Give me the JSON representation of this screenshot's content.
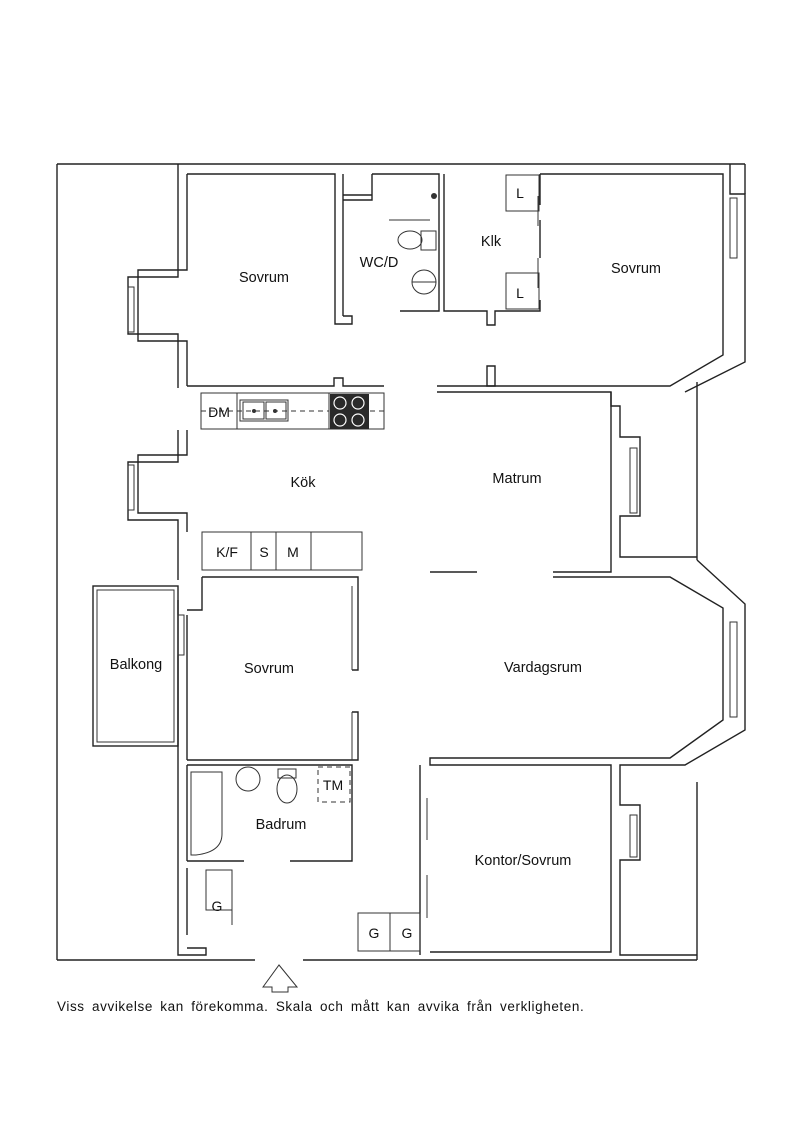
{
  "rooms": {
    "sovrum_1": "Sovrum",
    "wc": "WC/D",
    "klk": "Klk",
    "sovrum_2": "Sovrum",
    "kok": "Kök",
    "matrum": "Matrum",
    "balkong": "Balkong",
    "sovrum_3": "Sovrum",
    "vardagsrum": "Vardagsrum",
    "badrum": "Badrum",
    "kontor": "Kontor/Sovrum"
  },
  "fixtures": {
    "dm": "DM",
    "kf": "K/F",
    "s": "S",
    "m": "M",
    "tm": "TM",
    "l_top": "L",
    "l_bottom": "L",
    "g_hall": "G",
    "g_left": "G",
    "g_right": "G"
  },
  "disclaimer": "Viss avvikelse kan förekomma. Skala och mått kan avvika från verkligheten."
}
